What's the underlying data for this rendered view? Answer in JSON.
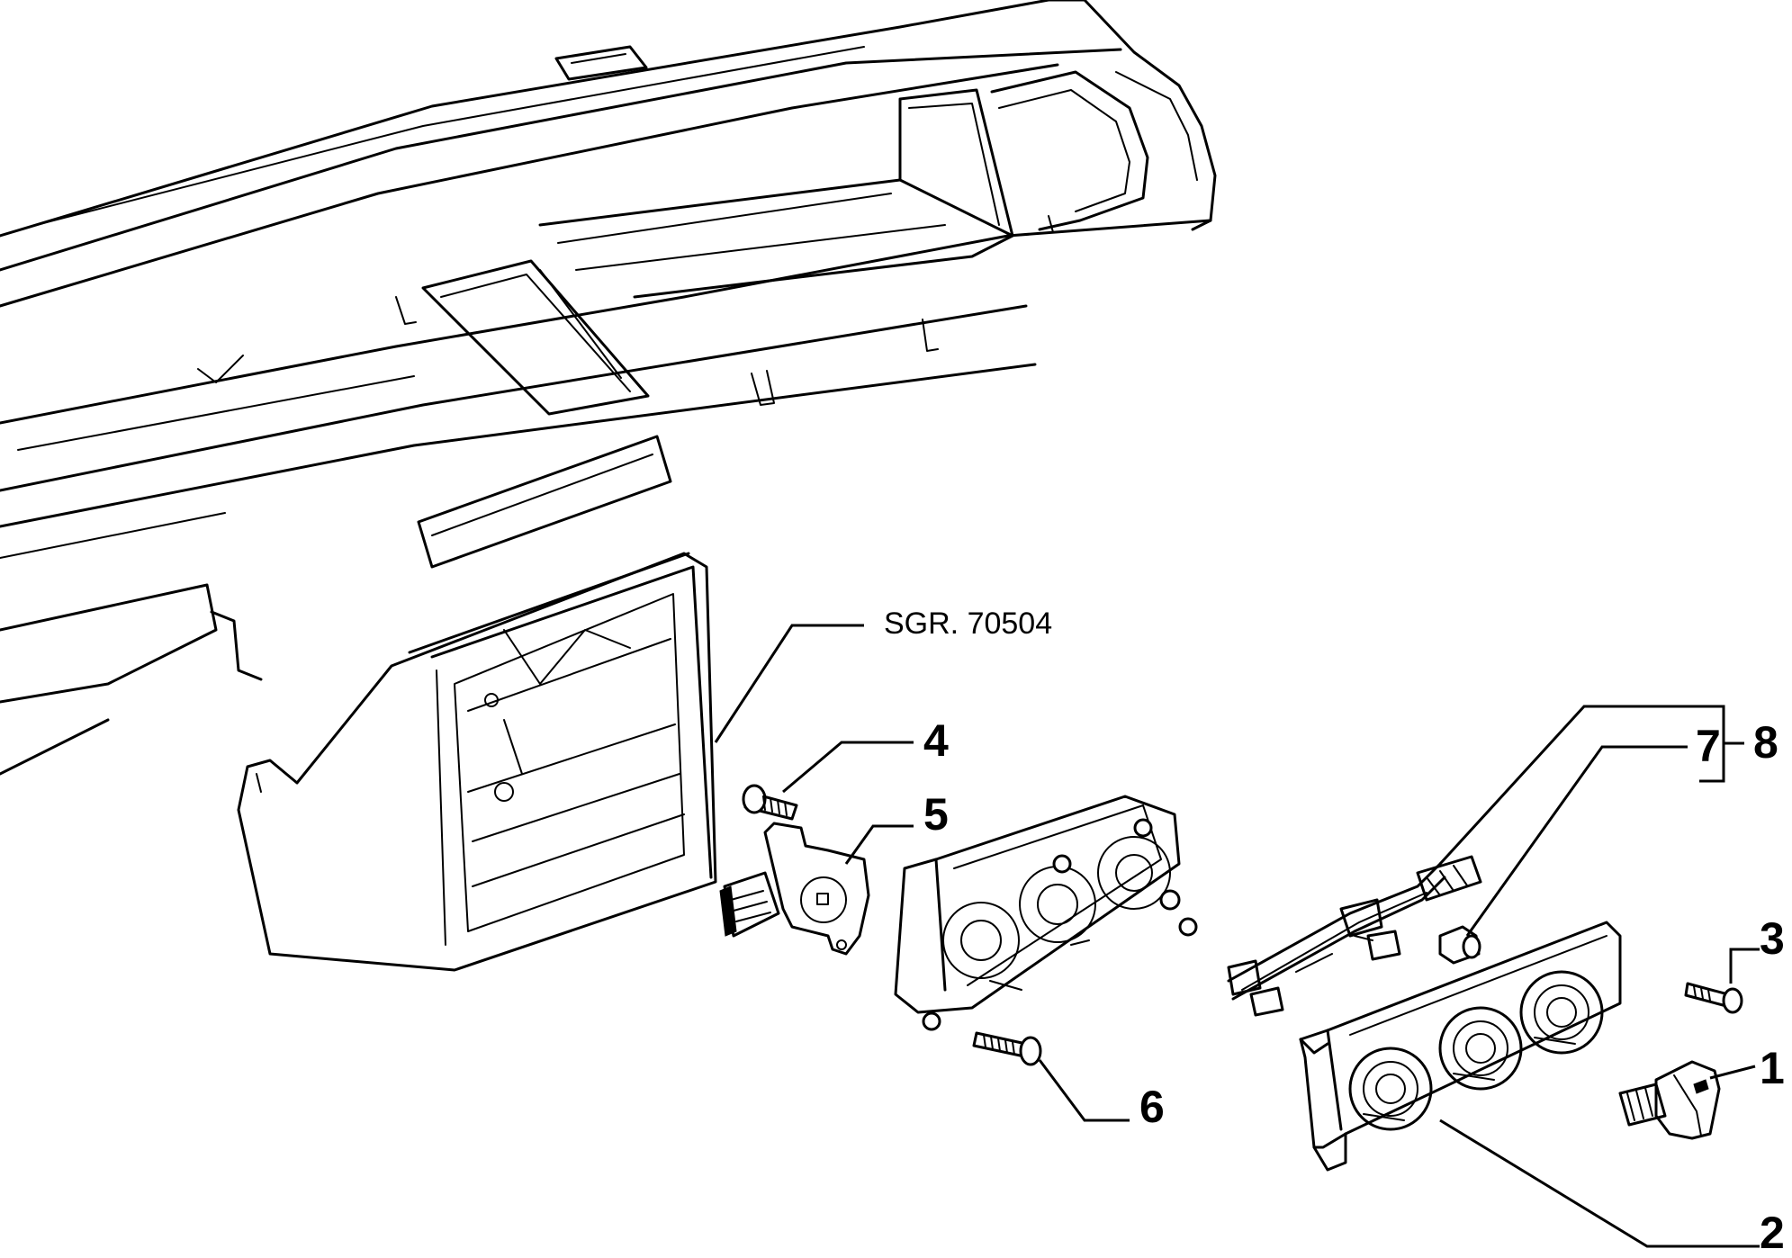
{
  "diagram": {
    "reference": "SGR. 70504",
    "callouts": [
      "1",
      "2",
      "3",
      "4",
      "5",
      "6",
      "7",
      "8"
    ]
  }
}
